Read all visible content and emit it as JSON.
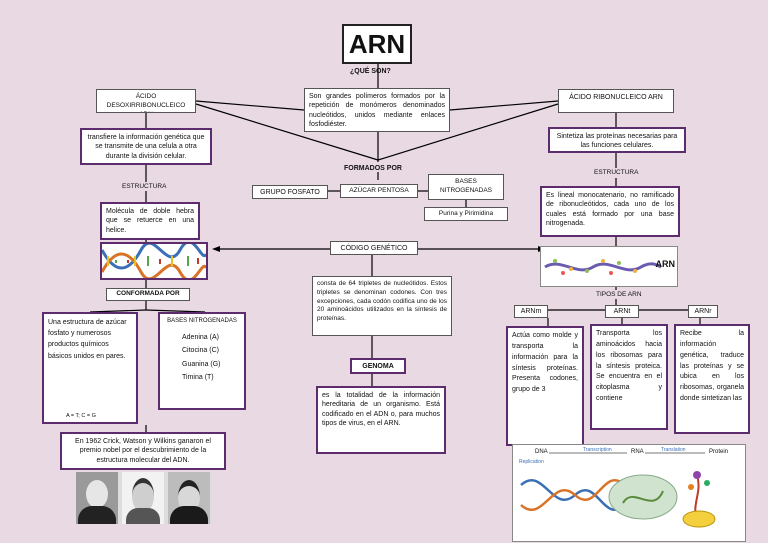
{
  "title": "ARN",
  "que_son": "¿QUÉ SON?",
  "definition": "Son grandes polímeros formados por la repetición de monómeros denominados nucleótidos, unidos mediante enlaces fosfodiéster.",
  "adn": {
    "title": "ÁCIDO DESOXIRRIBONUCLEICO ADN",
    "function": "transfiere la información genética que se transmite de una celula a otra durante la división celular.",
    "estructura_label": "ESTRUCTURA",
    "structure": "Molécula de doble hebra que se retuerce en una helice.",
    "conformada_label": "CONFORMADA POR",
    "components": "Una estructura de azúcar fosfato y numerosos productos químicos básicos unidos en pares.",
    "pair_rule": "A = T; C = G",
    "bases_title": "BASES NITROGENADAS",
    "bases": [
      "Adenina (A)",
      "Citocina (C)",
      "Guanina (G)",
      "Timina (T)"
    ],
    "nobel": "En 1962 Crick, Watson y Wilkins ganaron el premio nobel por el descubrimiento de la estructura molecular del ADN."
  },
  "arn": {
    "title": "ÁCIDO RIBONUCLEICO ARN",
    "function": "Sintetiza las proteínas necesarias para las funciones celulares.",
    "estructura_label": "ESTRUCTURA",
    "structure": "Es lineal monocatenario, no ramificado de ribonucleótidos, cada uno de los cuales está formado por una base nitrogenada.",
    "image_label": "ARN",
    "tipos_label": "TIPOS DE ARN",
    "types": [
      {
        "name": "ARNm",
        "desc": "Actúa como molde y transporta la información para la síntesis proteínas. Presenta codones, grupo de 3"
      },
      {
        "name": "ARNt",
        "desc": "Transporta los aminoácidos hacia los ribosomas para la síntesis proteica. Se encuentra en el citoplasma y contiene"
      },
      {
        "name": "ARNr",
        "desc": "Recibe la información genética, traduce las proteínas y se ubica en los ribosomas, organela donde sintetizan las"
      }
    ]
  },
  "formados_por": {
    "label": "FORMADOS POR",
    "fosfato": "GRUPO FOSFATO",
    "azucar": "AZÚCAR PENTOSA",
    "bases": "BASES NITROGENADAS",
    "purina": "Purina y Pirimidina"
  },
  "codigo": {
    "title": "CÓDIGO GENÉTICO",
    "text": "consta de 64 tripletes de nucleótidos. Estos tripletes se denominan codones. Con tres excepciones, cada codón codifica uno de los 20 aminoácidos utilizados en la síntesis de proteínas."
  },
  "genoma": {
    "title": "GENOMA",
    "text": "es la totalidad de la información hereditaria de un organismo. Está codificado en el ADN o, para muchos tipos de virus, en el ARN."
  },
  "dogma": {
    "dna": "DNA",
    "transcription": "Transcription",
    "rna": "RNA",
    "translation": "Translation",
    "protein": "Protein",
    "replication": "Replication"
  },
  "colors": {
    "background": "#e9d9e3",
    "border": "#5d2c6e"
  }
}
